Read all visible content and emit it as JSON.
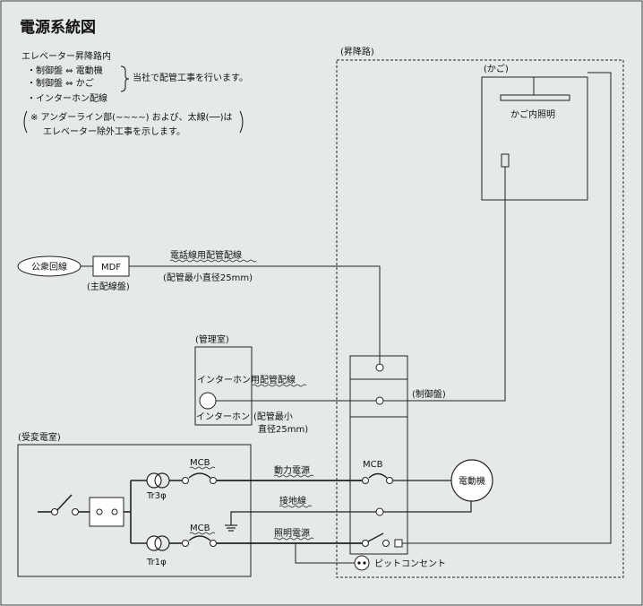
{
  "title": "電源系統図",
  "notes": {
    "heading": "エレベーター昇降路内",
    "item1": "・制御盤 ⇔ 電動機",
    "item2": "・制御盤 ⇔ かご",
    "brace_text": "当社で配管工事を行います。",
    "item3": "・インターホン配線",
    "remark_line1": "※ アンダーライン部(~~~~) および、太線(──)は",
    "remark_line2": "エレベーター除外工事を示します。"
  },
  "areas": {
    "shaft": "(昇降路)",
    "car": "(かご)",
    "car_light": "かご内照明",
    "office": "(管理室)",
    "substation": "(受変電室)"
  },
  "labels": {
    "public_line": "公衆回線",
    "mdf": "MDF",
    "main_distribution": "(主配線盤)",
    "phone_conduit": "電話線用配管配線",
    "phone_conduit_min": "(配管最小直径25mm)",
    "intercom_conduit": "インターホン用配管配線",
    "intercom": "インターホン",
    "intercom_min1": "(配管最小",
    "intercom_min2": "直径25mm)",
    "control_panel": "(制御盤)",
    "mcb_top": "MCB",
    "mcb_bottom": "MCB",
    "mcb_panel": "MCB",
    "tr3": "Tr3φ",
    "tr1": "Tr1φ",
    "power_source": "動力電源",
    "ground_wire": "接地線",
    "lighting_source": "照明電源",
    "motor": "電動機",
    "pit_outlet": "ピットコンセント"
  }
}
